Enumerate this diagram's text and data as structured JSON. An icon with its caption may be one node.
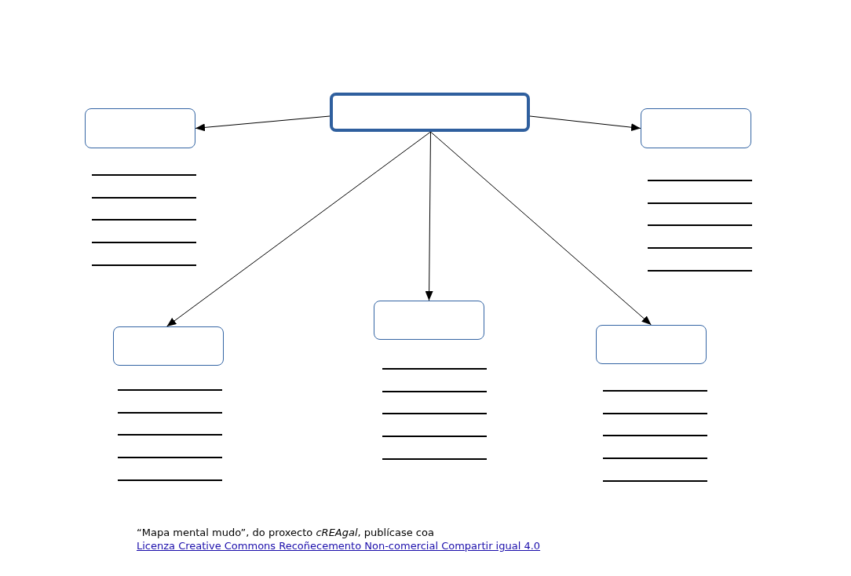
{
  "diagram": {
    "caption": "“Mapa mental mudo”, do proxecto *cREAgal*, publícase coa",
    "nodes": [
      {
        "text": [],
        "shape": "box"
      },
      {
        "text": [],
        "shape": "box"
      },
      {
        "text": [],
        "shape": "box"
      },
      {
        "text": [],
        "shape": "box"
      },
      {
        "text": [],
        "shape": "box"
      },
      {
        "text": [],
        "shape": "box"
      }
    ],
    "edges": [
      {
        "from": 0,
        "to": 1,
        "arrow": "to"
      },
      {
        "from": 0,
        "to": 2,
        "arrow": "to"
      },
      {
        "from": 0,
        "to": 3,
        "arrow": "to"
      },
      {
        "from": 0,
        "to": 4,
        "arrow": "to"
      },
      {
        "from": 0,
        "to": 5,
        "arrow": "to"
      }
    ],
    "labels": [
      "Licenza Creative Commons Recoñecemento Non-comercial Compartir igual 4.0"
    ]
  }
}
